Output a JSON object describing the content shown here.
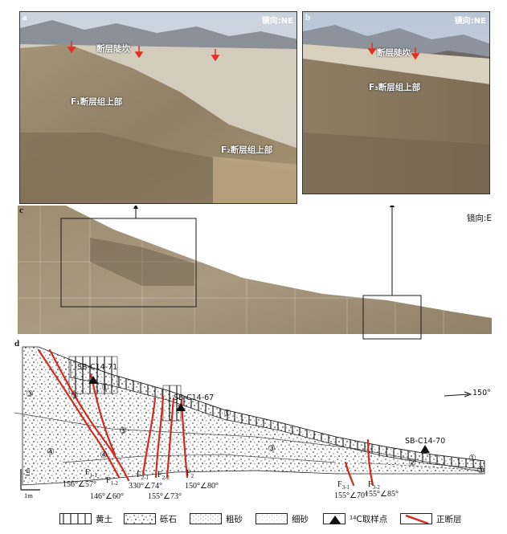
{
  "panels": {
    "a": {
      "letter": "a",
      "orientation": "镜向:NE",
      "label_scarp": "断层陡坎",
      "label_upper": "F₁断层组上部",
      "label_upper2": "F₂断层组上部"
    },
    "b": {
      "letter": "b",
      "orientation": "镜向:NE",
      "label_scarp": "断层陡坎",
      "label_upper": "F₃断层组上部"
    },
    "c": {
      "letter": "c",
      "orientation": "镜向:E"
    },
    "d": {
      "letter": "d",
      "samples": [
        "SB-C14-71",
        "SB-C14-67",
        "SB-C14-70"
      ],
      "units": [
        "①",
        "②",
        "③",
        "④"
      ],
      "direction": "150°",
      "scale_v": "1m",
      "scale_h": "1m",
      "faults": [
        {
          "name": "F1-1",
          "main": "F",
          "sub": "1-1",
          "attitude": "156°∠57°"
        },
        {
          "name": "F1-2",
          "main": "F",
          "sub": "1-2",
          "attitude": "146°∠60°"
        },
        {
          "name": "F2-1",
          "main": "F",
          "sub": "2-1",
          "attitude": "330°∠74°"
        },
        {
          "name": "F2-2",
          "main": "F",
          "sub": "2-2",
          "attitude": "155°∠73°"
        },
        {
          "name": "F2",
          "main": "F",
          "sub": "2",
          "attitude": "150°∠80°"
        },
        {
          "name": "F3-1",
          "main": "F",
          "sub": "3-1",
          "attitude": "155°∠70°"
        },
        {
          "name": "F3-2",
          "main": "F",
          "sub": "3-2",
          "attitude": "155°∠85°"
        }
      ]
    }
  },
  "legend": [
    {
      "key": "loess",
      "label": "黄土"
    },
    {
      "key": "gravel",
      "label": "砾石"
    },
    {
      "key": "coarse_sand",
      "label": "粗砂"
    },
    {
      "key": "fine_sand",
      "label": "细砂"
    },
    {
      "key": "sample",
      "label": "¹⁴C取样点"
    },
    {
      "key": "normal_fault",
      "label": "正断层"
    }
  ],
  "colors": {
    "fault": "#d42a1c",
    "loess_line": "#222222",
    "sky": "#d5dbe4",
    "ground": "#b9ab92"
  }
}
